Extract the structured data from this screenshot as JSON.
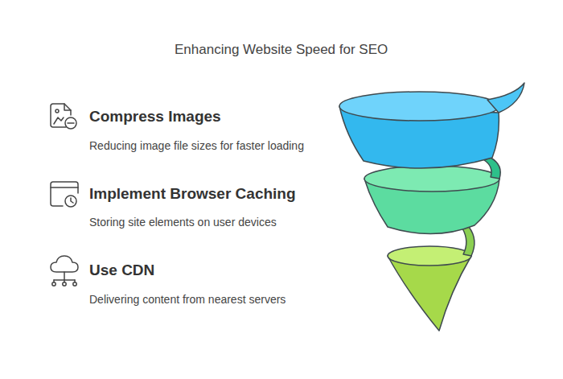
{
  "diagram": {
    "title": "Enhancing Website Speed for SEO",
    "labels": [
      "Compress Images",
      "Reducing image file sizes for faster loading",
      "Implement Browser Caching",
      "Storing site elements on user devices",
      "Use CDN",
      "Delivering content from nearest servers"
    ]
  }
}
